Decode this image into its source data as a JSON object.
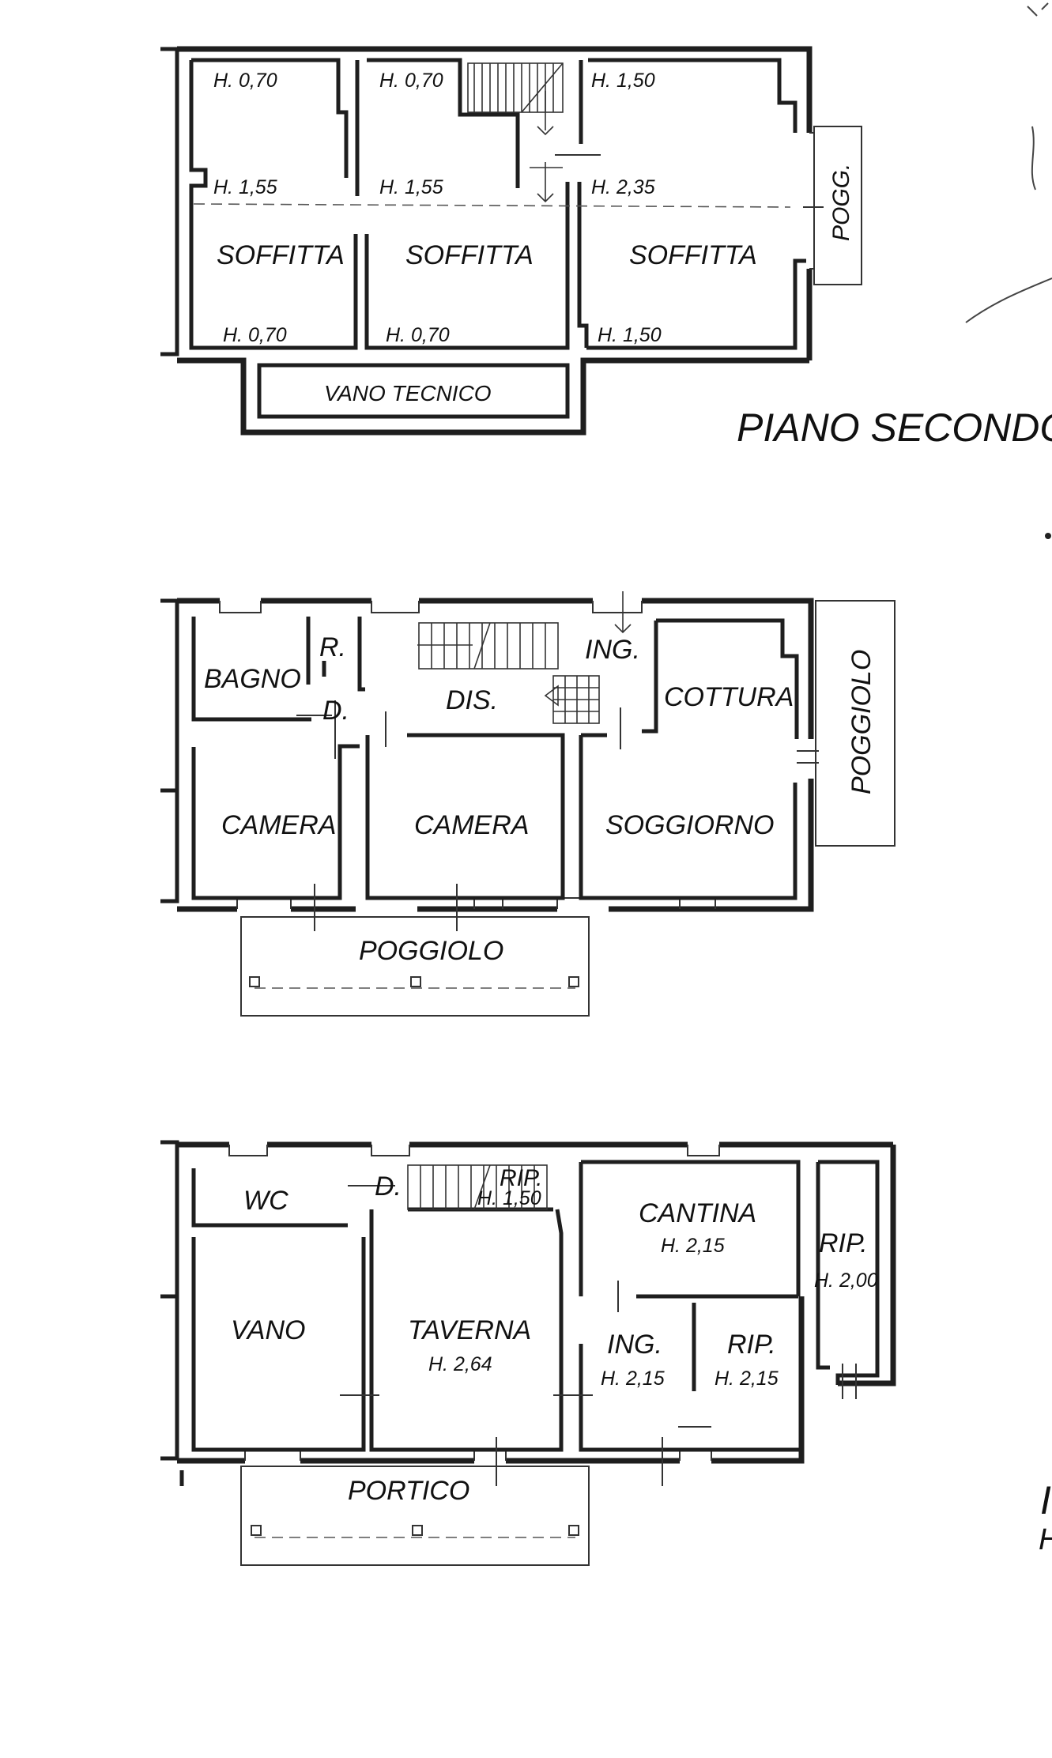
{
  "second_floor": {
    "title": "PIANO SECONDO",
    "rooms": {
      "soffitta_1": "SOFFITTA",
      "soffitta_2": "SOFFITTA",
      "soffitta_3": "SOFFITTA",
      "poggiolo": "POGG.",
      "vano_tecnico": "VANO TECNICO"
    },
    "heights": {
      "r1_top": "H. 0,70",
      "r1_mid": "H. 1,55",
      "r1_bot": "H. 0,70",
      "r2_top": "H. 0,70",
      "r2_mid": "H. 1,55",
      "r2_bot": "H. 0,70",
      "r3_top": "H. 1,50",
      "r3_mid": "H. 2,35",
      "r3_bot": "H. 1,50"
    }
  },
  "first_floor": {
    "rooms": {
      "bagno": "BAGNO",
      "r": "R.",
      "d": "D.",
      "dis": "DIS.",
      "ing": "ING.",
      "cottura": "COTTURA",
      "camera_1": "CAMERA",
      "camera_2": "CAMERA",
      "soggiorno": "SOGGIORNO",
      "poggiolo_side": "POGGIOLO",
      "poggiolo_front": "POGGIOLO"
    }
  },
  "ground_floor": {
    "rooms": {
      "wc": "WC",
      "d": "D.",
      "rip_stair": "RIP.",
      "cantina": "CANTINA",
      "rip_side": "RIP.",
      "vano": "VANO",
      "taverna": "TAVERNA",
      "ing": "ING.",
      "rip": "RIP.",
      "portico": "PORTICO"
    },
    "heights": {
      "rip_stair": "H. 1,50",
      "cantina": "H. 2,15",
      "rip_side": "H. 2,00",
      "taverna": "H. 2,64",
      "ing": "H. 2,15",
      "rip": "H. 2,15"
    }
  },
  "margin_fragments": {
    "cut_letter": "I",
    "cut_h": "H"
  }
}
